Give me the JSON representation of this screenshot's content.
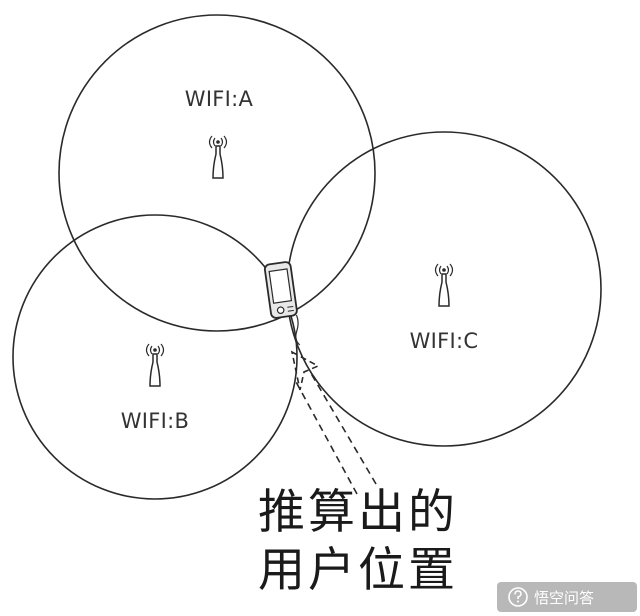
{
  "access_points": [
    {
      "id": "a",
      "label": "WIFI:A",
      "icon": "antenna-icon"
    },
    {
      "id": "b",
      "label": "WIFI:B",
      "icon": "antenna-icon"
    },
    {
      "id": "c",
      "label": "WIFI:C",
      "icon": "antenna-icon"
    }
  ],
  "device": {
    "icon": "mobile-phone-icon"
  },
  "caption": {
    "line1": "推算出的",
    "line2": "用户位置"
  },
  "watermark": {
    "text": "悟空问答",
    "icon": "question-bubble-icon"
  },
  "colors": {
    "stroke": "#2a2a2a",
    "text": "#333333"
  }
}
